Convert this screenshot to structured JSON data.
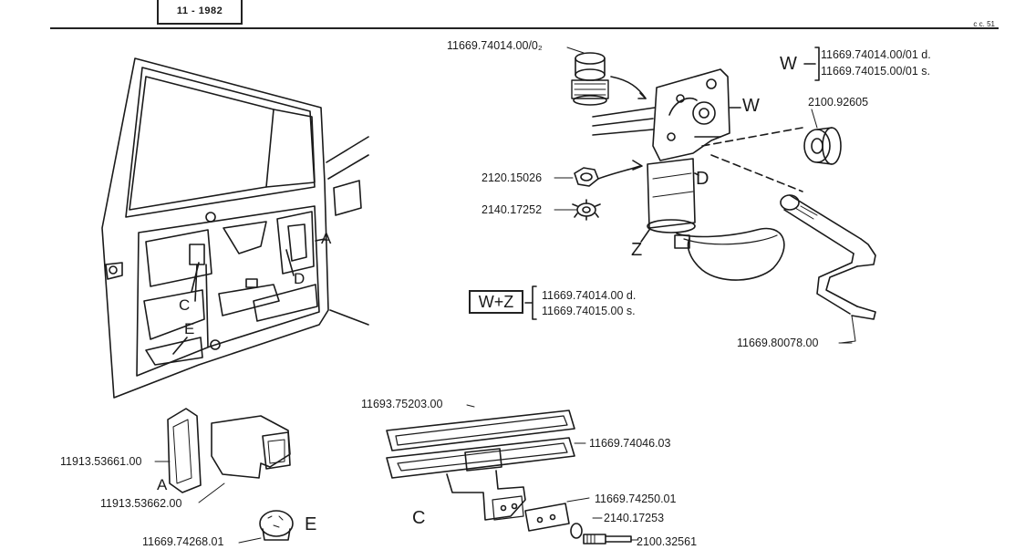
{
  "header": {
    "date": "11 - 1982",
    "page_ref": "c c. 51"
  },
  "door_callouts": {
    "A": "A",
    "C": "C",
    "D": "D",
    "E": "E"
  },
  "part_numbers": {
    "pin": "11669.74014.00/0₂",
    "w_right": "11669.74014.00/01 d.",
    "w_left": "11669.74015.00/01 s.",
    "gear": "2100.92605",
    "nut": "2120.15026",
    "washer": "2140.17252",
    "wz_right": "11669.74014.00 d.",
    "wz_left": "11669.74015.00 s.",
    "crank": "11669.80078.00",
    "grommet_a": "11913.53661.00",
    "duct_a": "11913.53662.00",
    "plug_e": "11669.74268.01",
    "channel_top": "11693.75203.00",
    "channel": "11669.74046.03",
    "clip": "11669.74250.01",
    "washer_c": "2140.17253",
    "screw_c": "2100.32561"
  },
  "motor_callouts": {
    "W": "W",
    "W_group": "W",
    "D": "D",
    "Z": "Z",
    "WZ": "W+Z"
  },
  "section_letters": {
    "A": "A",
    "E": "E",
    "C": "C"
  }
}
